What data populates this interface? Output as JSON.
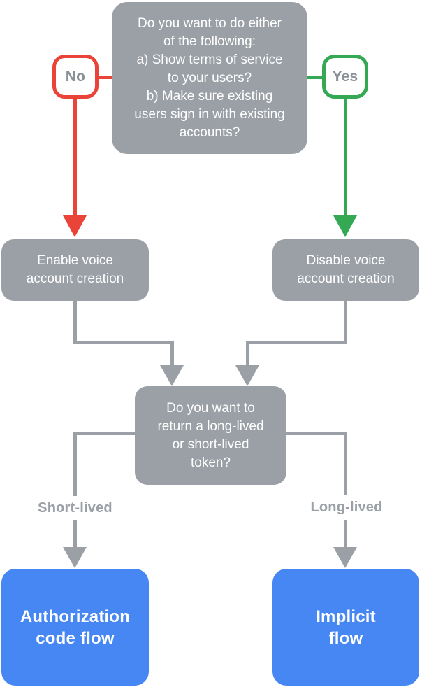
{
  "diagram": {
    "title_hint": "account-linking-decision-flowchart",
    "colors": {
      "node_gray": "#9AA0A6",
      "terminal_blue": "#4787F3",
      "no_red": "#E94437",
      "yes_green": "#34A853",
      "connector_gray": "#9AA0A6",
      "badge_text": "#8A9096",
      "branch_label_text": "#9AA0A6",
      "node_text": "#FFFFFF",
      "canvas_bg": "#FFFFFF"
    },
    "nodes": {
      "question1": {
        "text": "Do you want to do either\nof the following:\na) Show terms of service\nto your users?\nb) Make sure existing\nusers sign in with existing\naccounts?"
      },
      "enable": {
        "text": "Enable voice\naccount creation"
      },
      "disable": {
        "text": "Disable voice\naccount creation"
      },
      "question2": {
        "text": "Do you want to\nreturn a long-lived\nor short-lived\ntoken?"
      },
      "auth_code": {
        "text": "Authorization\ncode flow"
      },
      "implicit": {
        "text": "Implicit\nflow"
      }
    },
    "labels": {
      "no": "No",
      "yes": "Yes",
      "short_lived": "Short-lived",
      "long_lived": "Long-lived"
    }
  }
}
